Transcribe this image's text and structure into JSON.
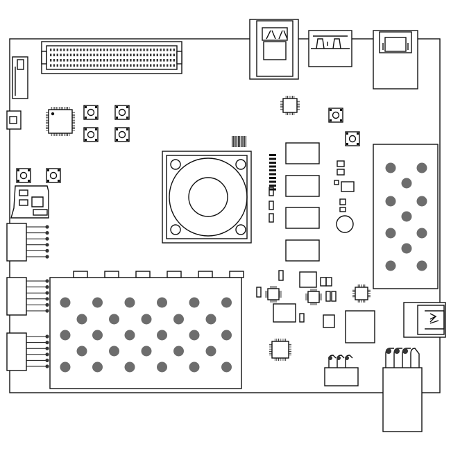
{
  "diagram": {
    "line_color": "#111111",
    "fill_color": "#ffffff",
    "dot_color": "#6d6d6d",
    "pin_color": "#333333",
    "components": [
      "pcb-board",
      "expansion-header",
      "usb-a-port-top",
      "hdmi-port",
      "ethernet-port",
      "side-connector",
      "micro-usb-port",
      "sd-card-slot",
      "qfp-chip",
      "tactile-button",
      "cpu-heatsink",
      "ram-chip",
      "resistor",
      "capacitor",
      "pmod-connector",
      "fpga-bga-area",
      "bga-area-right",
      "usb-a-port-right",
      "barrel-jack",
      "power-header"
    ]
  }
}
